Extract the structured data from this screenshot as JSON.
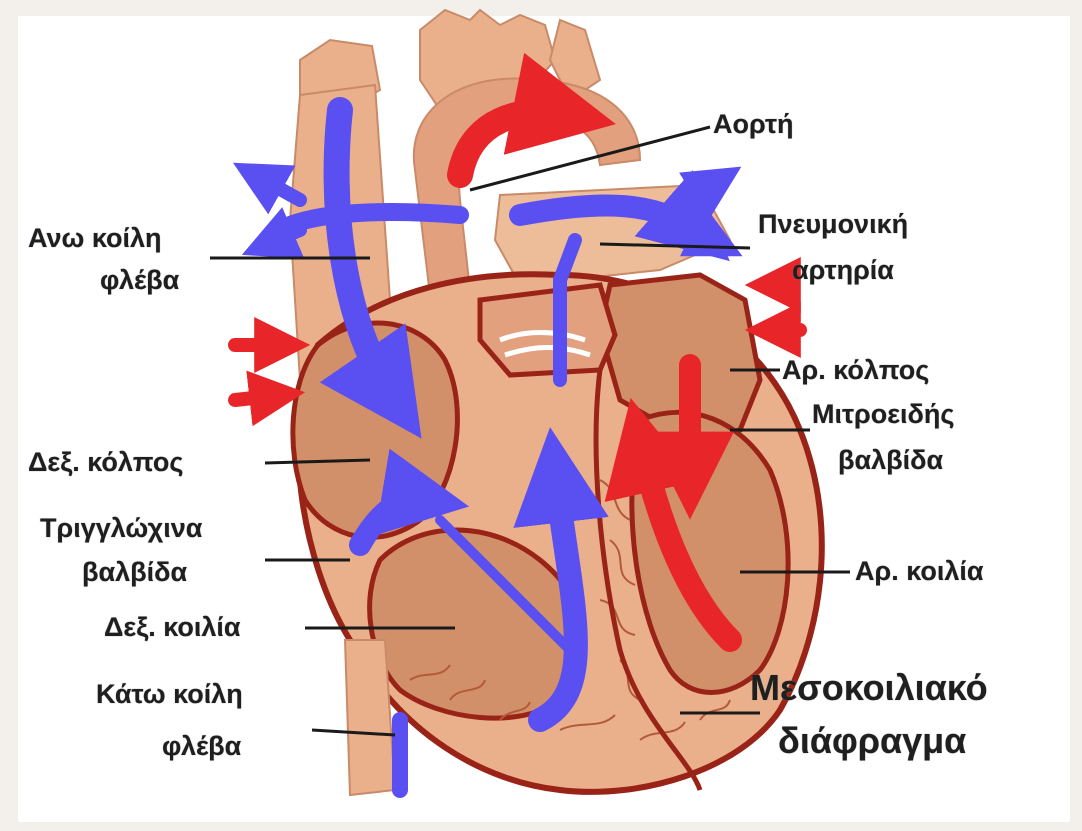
{
  "colors": {
    "oxygenated_flow": "#e8262a",
    "deoxygenated_flow": "#5a4ff0",
    "tissue_light": "#e9b08b",
    "tissue_mid": "#d2906a",
    "tissue_outline": "#9a2318",
    "background": "#ffffff"
  },
  "labels": {
    "aorta": "Αορτή",
    "superior_vena_cava_1": "Ανω κοίλη",
    "superior_vena_cava_2": "φλέβα",
    "pulmonary_artery_1": "Πνευμονική",
    "pulmonary_artery_2": "αρτηρία",
    "left_atrium": "Αρ. κόλπος",
    "mitral_valve_1": "Μιτροειδής",
    "mitral_valve_2": "βαλβίδα",
    "right_atrium": "Δεξ. κόλπος",
    "tricuspid_valve_1": "Τριγγλώχινα",
    "tricuspid_valve_2": "βαλβίδα",
    "right_ventricle": "Δεξ. κοιλία",
    "left_ventricle": "Αρ. κοιλία",
    "inferior_vena_cava_1": "Κάτω κοίλη",
    "inferior_vena_cava_2": "φλέβα",
    "septum_1": "Μεσοκοιλιακό",
    "septum_2": "διάφραγμα"
  }
}
